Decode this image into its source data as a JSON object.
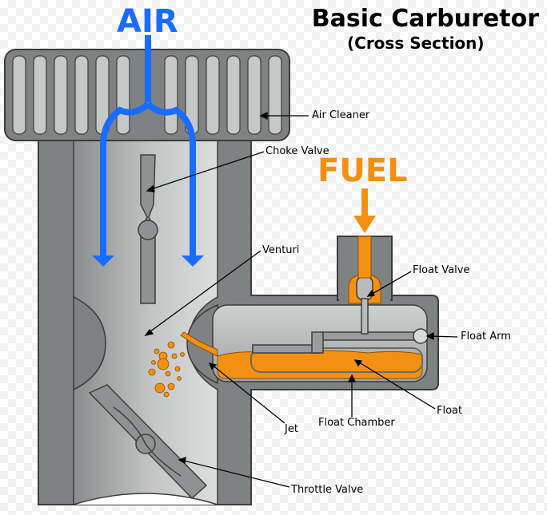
{
  "title": "Basic Carburetor",
  "subtitle": "(Cross Section)",
  "flows": {
    "air": "AIR",
    "fuel": "FUEL"
  },
  "labels": {
    "air_cleaner": "Air Cleaner",
    "choke_valve": "Choke Valve",
    "venturi": "Venturi",
    "float_valve": "Float Valve",
    "float_arm": "Float Arm",
    "float": "Float",
    "float_chamber": "Float Chamber",
    "jet": "Jet",
    "throttle_valve": "Throttle Valve"
  },
  "colors": {
    "air": "#1a6cff",
    "fuel": "#f39012",
    "body": "#7f8282",
    "outline": "#3c3c3c"
  }
}
